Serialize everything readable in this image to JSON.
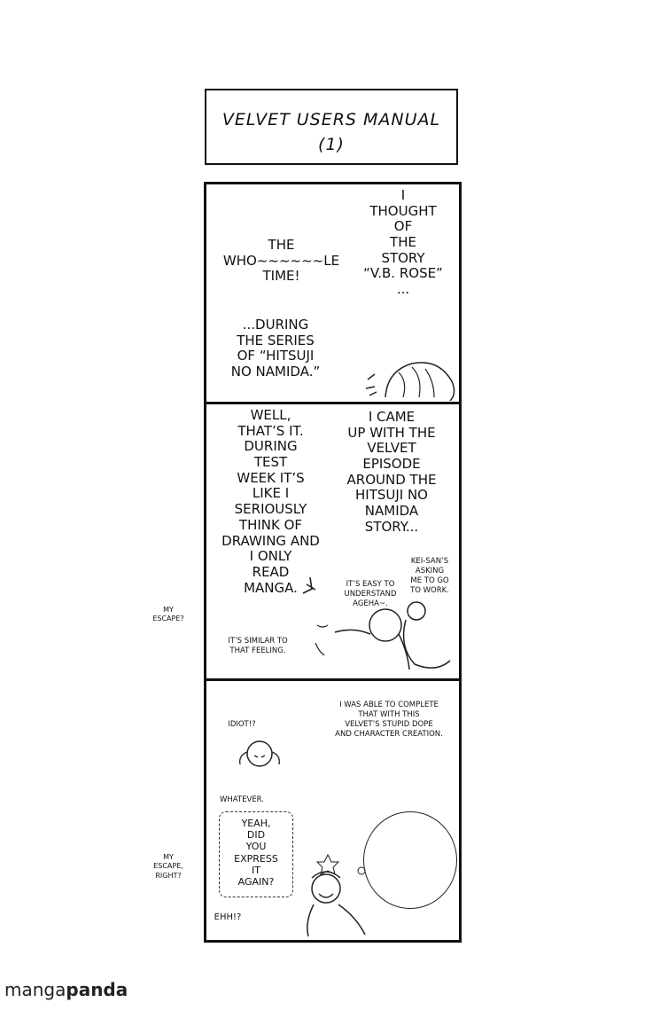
{
  "title": {
    "line1": "VELVET USERS MANUAL",
    "line2": "(1)"
  },
  "panel1": {
    "right_text": "I\nTHOUGHT\nOF\nTHE\nSTORY\n“V.B. ROSE”\n...",
    "left_text": "THE\nWHO~~~~~~LE\nTIME!",
    "bottom_text": "...DURING\nTHE SERIES\nOF “HITSUJI\nNO NAMIDA.”"
  },
  "panel2": {
    "left_text": "WELL,\nTHAT’S IT.\nDURING\nTEST\nWEEK IT’S\nLIKE I\nSERIOUSLY\nTHINK OF\nDRAWING AND\nI ONLY\nREAD\nMANGA.",
    "right_text": "I CAME\nUP WITH THE\nVELVET\nEPISODE\nAROUND THE\nHITSUJI NO\nNAMIDA\nSTORY...",
    "kei_text": "KEI-SAN’S\nASKING\nME TO GO\nTO WORK.",
    "easy_text": "IT’S EASY TO\nUNDERSTAND\nAGEHA~.",
    "similar_text": "IT’S SIMILAR TO\nTHAT FEELING.",
    "side_note": "MY\nESCAPE?"
  },
  "panel3": {
    "top_text": "I WAS ABLE TO COMPLETE\nTHAT WITH THIS\nVELVET’S STUPID DOPE\nAND CHARACTER CREATION.",
    "idiot_text": "IDIOT!?",
    "whatever_text": "WHATEVER.",
    "bubble_text": "YEAH,\nDID\nYOU\nEXPRESS\nIT\nAGAIN?",
    "ehh_text": "EHH!?",
    "side_note": "MY\nESCAPE,\nRIGHT?"
  },
  "footer": {
    "logo_part1": "manga",
    "logo_part2": "panda"
  }
}
